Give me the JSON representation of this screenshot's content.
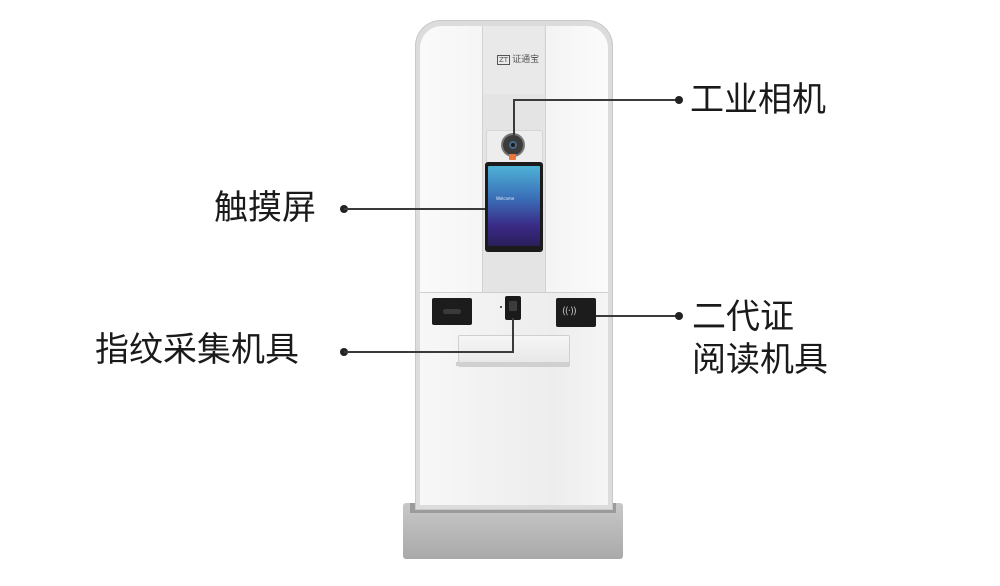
{
  "kiosk": {
    "brand_logo": "证通宝",
    "screen_text": "Welcome"
  },
  "callouts": {
    "industrial_camera": "工业相机",
    "touch_screen": "触摸屏",
    "fingerprint_reader": "指纹采集机具",
    "id_reader_line1": "二代证",
    "id_reader_line2": "阅读机具"
  },
  "colors": {
    "panel": "#f4f4f4",
    "frame": "#d9d9d9",
    "base": "#b9b9b9",
    "screen_top": "#3a8fc9",
    "screen_bottom": "#3c1f78",
    "accent_orange": "#e9763a"
  }
}
